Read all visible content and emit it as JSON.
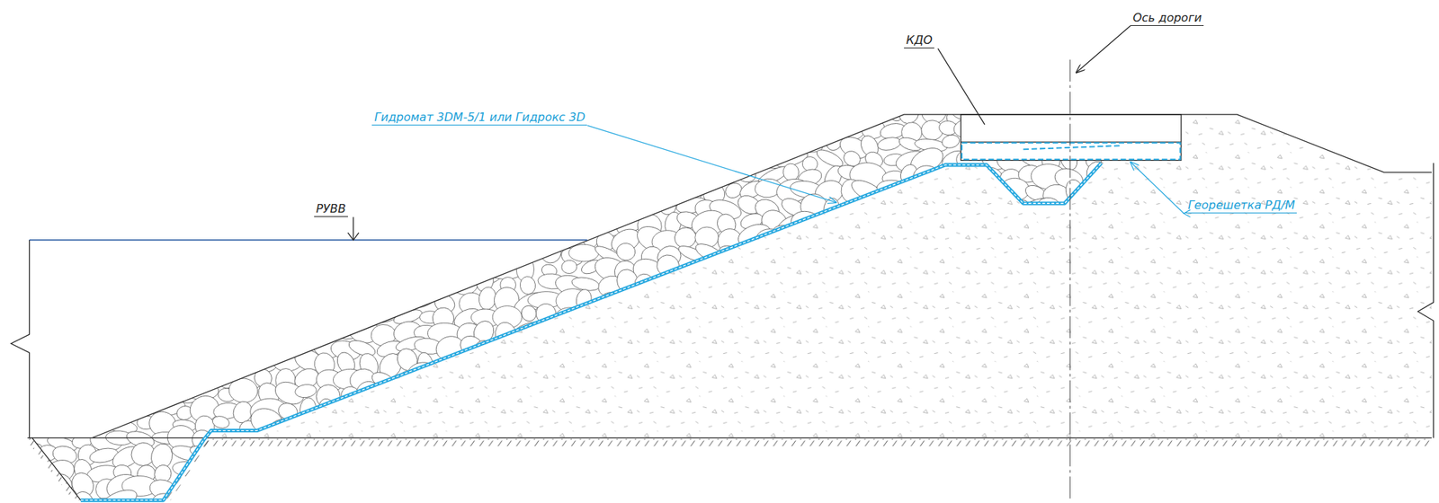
{
  "diagram": {
    "labels": [
      "Ось дороги",
      "КДО",
      "Гидромат 3DМ-5/1 или Гидрокс 3D",
      "РУВВ",
      "Георешетка РД/М"
    ]
  }
}
